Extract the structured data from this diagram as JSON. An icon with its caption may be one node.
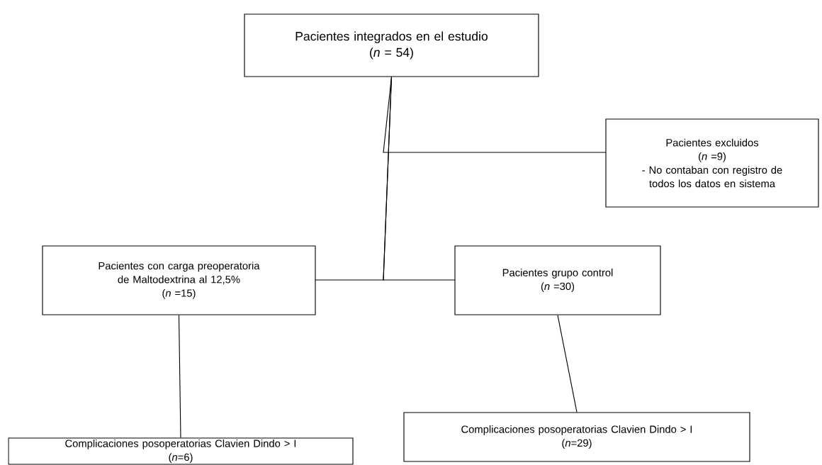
{
  "diagram": {
    "nodes": [
      {
        "text": [
          "Pacientes integrados en el estudio",
          "(*n* = 54)"
        ]
      },
      {
        "text": [
          "Pacientes excluidos",
          "(*n* =9)",
          "- No contaban con registro de todos los datos en sistema"
        ]
      },
      {
        "text": [
          "Pacientes con carga preoperatoria de Maltodextrina al 12,5%",
          "(*n* =15)"
        ]
      },
      {
        "text": [
          "Pacientes grupo control",
          "(*n* =30)"
        ]
      },
      {
        "text": [
          "Complicaciones posoperatorias Clavien Dindo > I",
          "(*n*=6)"
        ]
      },
      {
        "text": [
          "Complicaciones posoperatorias Clavien Dindo > I",
          "(*n*=29)"
        ]
      }
    ],
    "edges": [
      {
        "from": 0,
        "to": 1,
        "arrow": "none"
      },
      {
        "from": 0,
        "to": 2,
        "arrow": "none"
      },
      {
        "from": 0,
        "to": 3,
        "arrow": "none"
      },
      {
        "from": 2,
        "to": 4,
        "arrow": "none"
      },
      {
        "from": 3,
        "to": 5,
        "arrow": "none"
      }
    ]
  }
}
